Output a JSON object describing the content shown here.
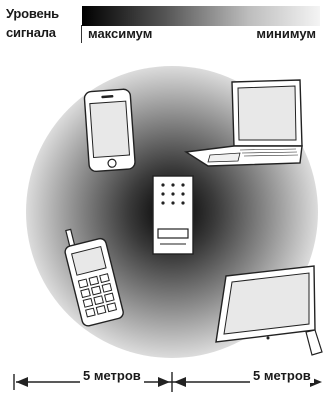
{
  "legend": {
    "title_line1": "Уровень",
    "title_line2": "сигнала",
    "max_label": "максимум",
    "min_label": "минимум"
  },
  "distances": {
    "left_label": "5 метров",
    "right_label": "5 метров"
  },
  "colors": {
    "signal_center": "#000000",
    "signal_edge": "#d9d9d9",
    "outline": "#222222"
  },
  "icons": [
    "smartphone-icon",
    "laptop-icon",
    "access-point-icon",
    "cordless-phone-icon",
    "tablet-icon"
  ]
}
